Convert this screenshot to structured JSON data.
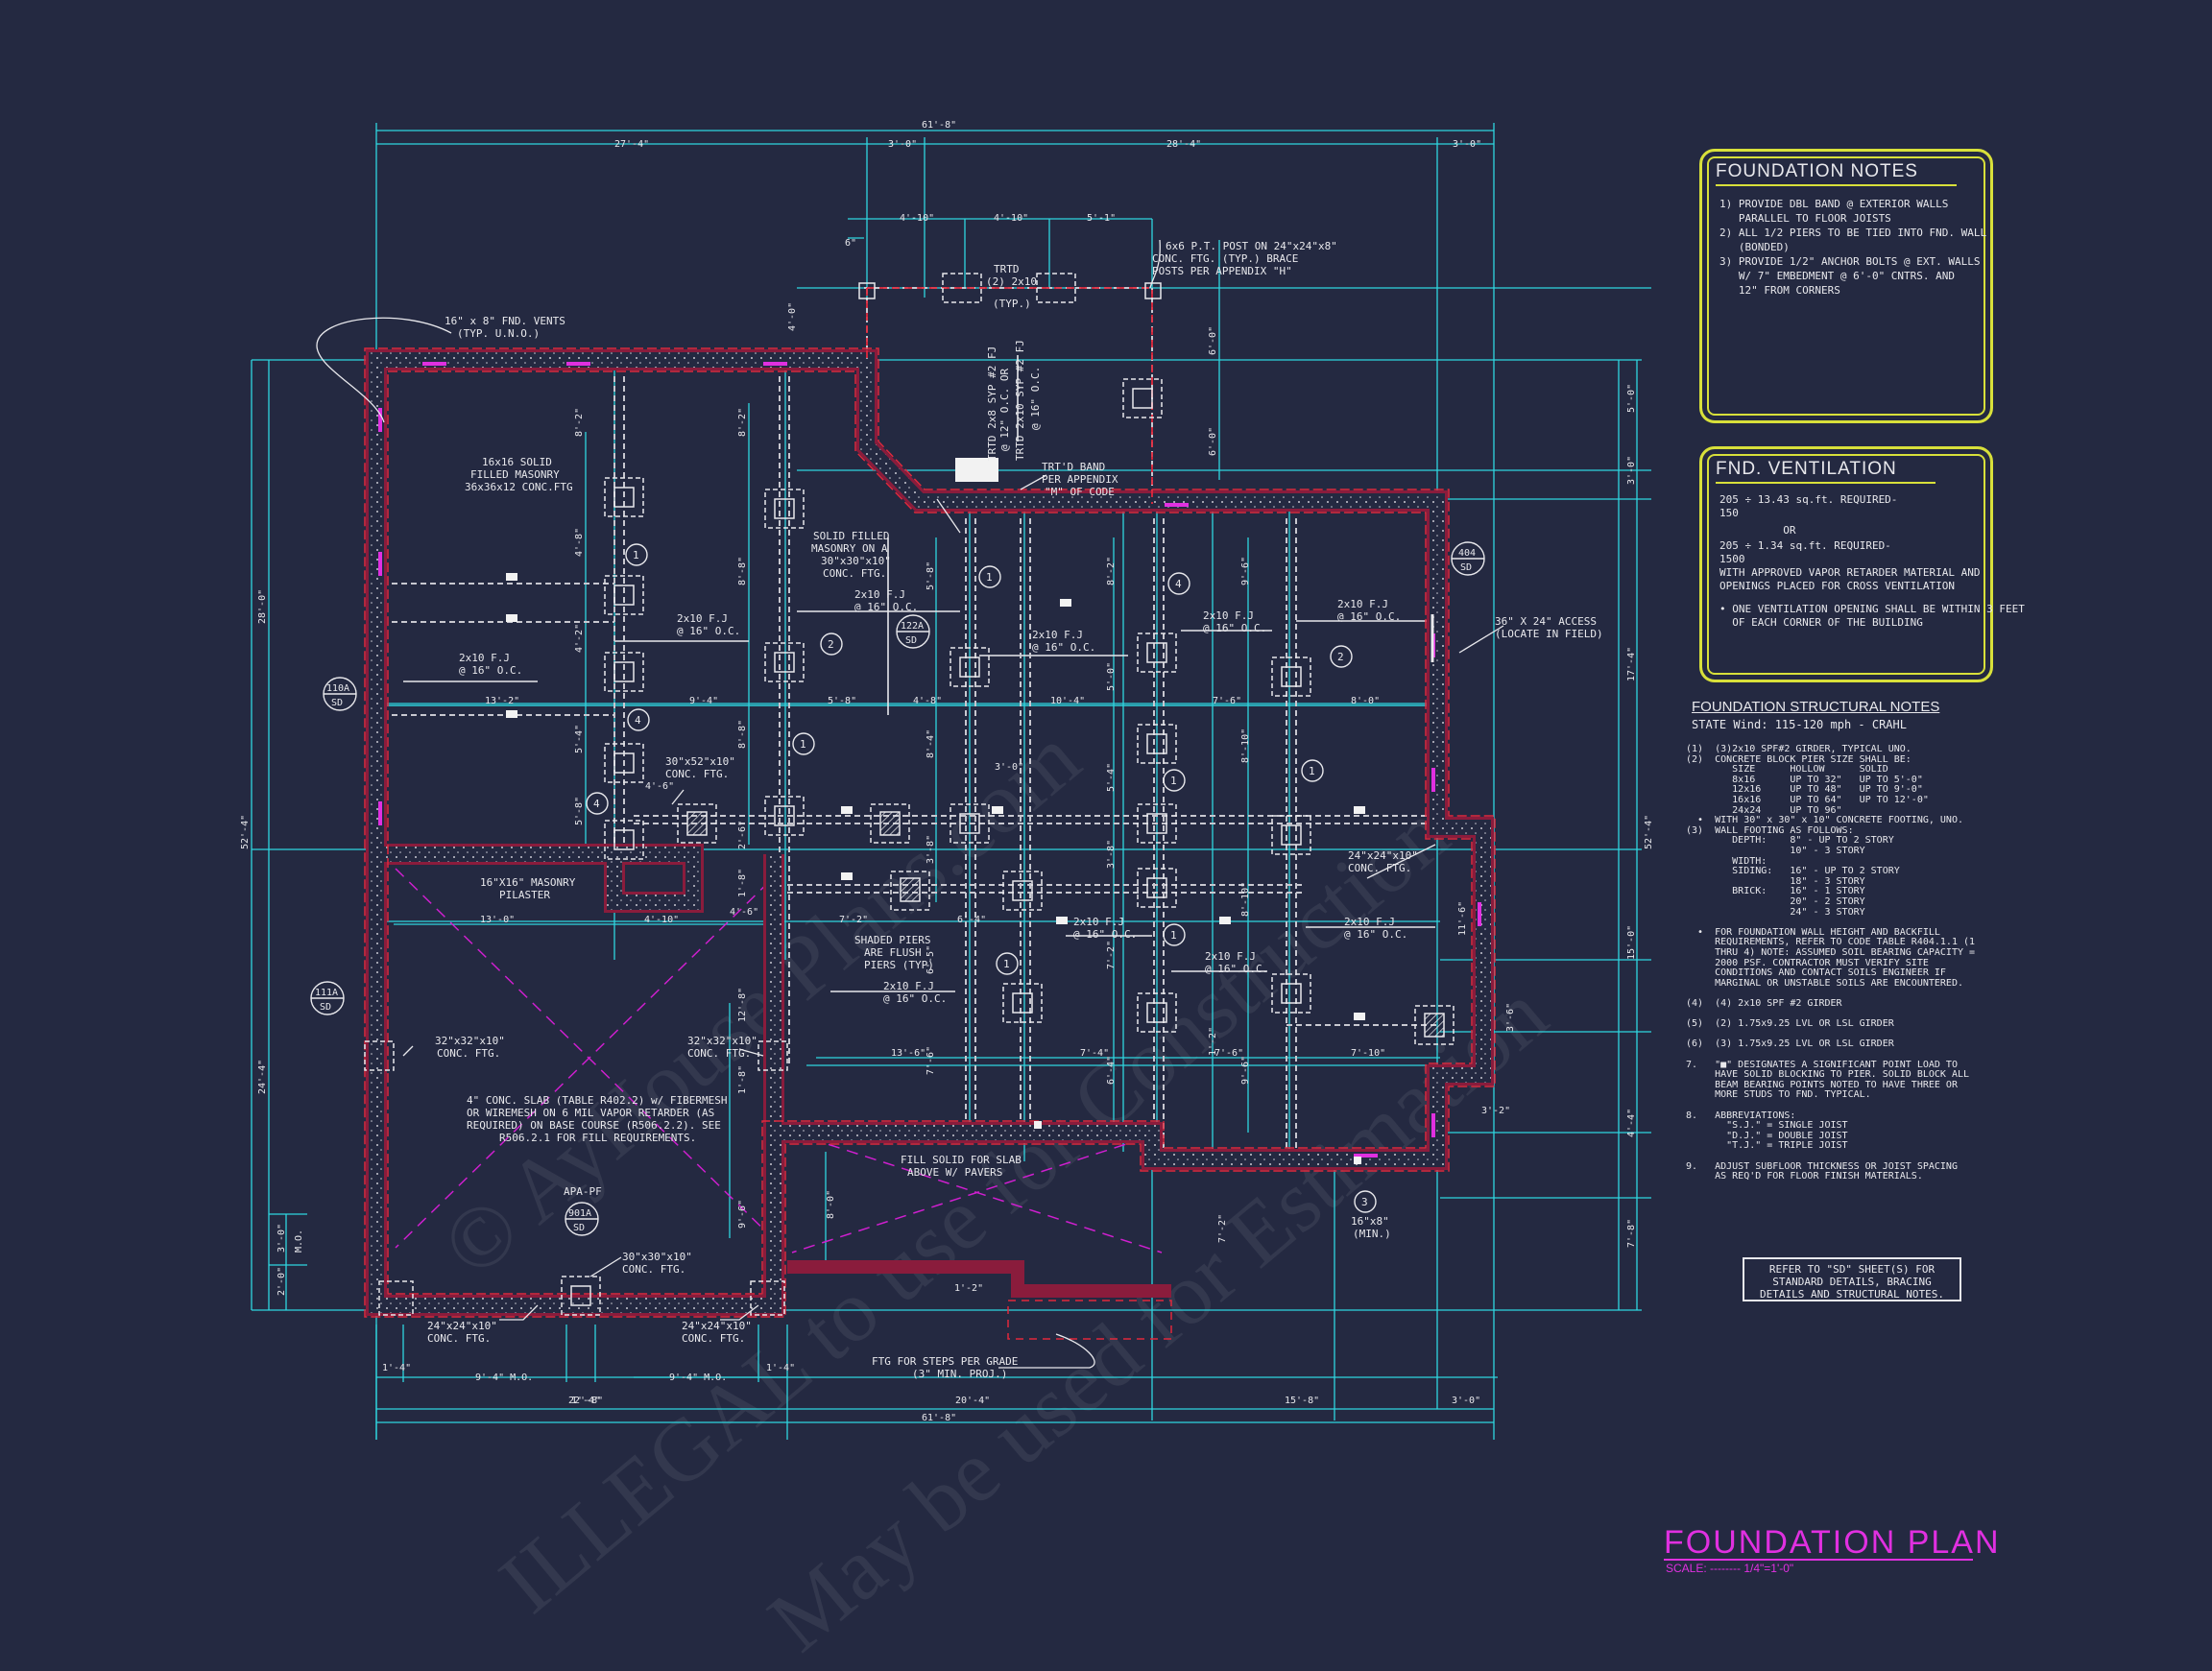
{
  "notes_foundation": {
    "title": "FOUNDATION NOTES",
    "lines": [
      "1) PROVIDE DBL BAND @ EXTERIOR WALLS",
      "   PARALLEL TO FLOOR JOISTS",
      "2) ALL 1/2 PIERS TO BE TIED INTO FND. WALL",
      "   (BONDED)",
      "3) PROVIDE 1/2\" ANCHOR BOLTS @ EXT. WALLS",
      "   W/ 7\" EMBEDMENT @ 6'-0\" CNTRS. AND",
      "   12\" FROM CORNERS"
    ]
  },
  "notes_ventilation": {
    "title": "FND. VENTILATION",
    "lines": [
      "205 ÷ 13.43 sq.ft. REQUIRED-",
      "150",
      "          OR",
      "205 ÷ 1.34 sq.ft. REQUIRED-",
      "1500",
      "WITH APPROVED VAPOR RETARDER MATERIAL AND",
      "OPENINGS PLACED FOR CROSS VENTILATION",
      "",
      "• ONE VENTILATION OPENING SHALL BE WITHIN 3 FEET",
      "  OF EACH CORNER OF THE BUILDING"
    ]
  },
  "structural_notes": {
    "title": "FOUNDATION STRUCTURAL NOTES",
    "subtitle": "STATE Wind: 115-120 mph - CRAHL",
    "lines": [
      "(1)  (3)2x10 SPF#2 GIRDER, TYPICAL UNO.",
      "(2)  CONCRETE BLOCK PIER SIZE SHALL BE:",
      "        SIZE      HOLLOW      SOLID",
      "        8x16      UP TO 32\"   UP TO 5'-0\"",
      "        12x16     UP TO 48\"   UP TO 9'-0\"",
      "        16x16     UP TO 64\"   UP TO 12'-0\"",
      "        24x24     UP TO 96\"",
      "  •  WITH 30\" x 30\" x 10\" CONCRETE FOOTING, UNO.",
      "(3)  WALL FOOTING AS FOLLOWS:",
      "        DEPTH:    8\" - UP TO 2 STORY",
      "                  10\" - 3 STORY",
      "        WIDTH:",
      "        SIDING:   16\" - UP TO 2 STORY",
      "                  18\" - 3 STORY",
      "        BRICK:    16\" - 1 STORY",
      "                  20\" - 2 STORY",
      "                  24\" - 3 STORY",
      "",
      "  •  FOR FOUNDATION WALL HEIGHT AND BACKFILL",
      "     REQUIREMENTS, REFER TO CODE TABLE R404.1.1 (1",
      "     THRU 4) NOTE: ASSUMED SOIL BEARING CAPACITY =",
      "     2000 PSF. CONTRACTOR MUST VERIFY SITE",
      "     CONDITIONS AND CONTACT SOILS ENGINEER IF",
      "     MARGINAL OR UNSTABLE SOILS ARE ENCOUNTERED.",
      "",
      "(4)  (4) 2x10 SPF #2 GIRDER",
      "",
      "(5)  (2) 1.75x9.25 LVL OR LSL GIRDER",
      "",
      "(6)  (3) 1.75x9.25 LVL OR LSL GIRDER",
      "",
      "7.   \"■\" DESIGNATES A SIGNIFICANT POINT LOAD TO",
      "     HAVE SOLID BLOCKING TO PIER. SOLID BLOCK ALL",
      "     BEAM BEARING POINTS NOTED TO HAVE THREE OR",
      "     MORE STUDS TO FND. TYPICAL.",
      "",
      "8.   ABBREVIATIONS:",
      "       \"S.J.\" = SINGLE JOIST",
      "       \"D.J.\" = DOUBLE JOIST",
      "       \"T.J.\" = TRIPLE JOIST",
      "",
      "9.   ADJUST SUBFLOOR THICKNESS OR JOIST SPACING",
      "     AS REQ'D FOR FLOOR FINISH MATERIALS."
    ]
  },
  "reference_note": [
    "REFER TO \"SD\" SHEET(S) FOR",
    "STANDARD DETAILS, BRACING",
    "DETAILS AND STRUCTURAL NOTES."
  ],
  "drawing_title": "FOUNDATION PLAN",
  "drawing_scale": "SCALE: -------- 1/4\"=1'-0\"",
  "watermark_lines": [
    "© AyHouse Plans.com",
    "ILLEGAL to use for Construction",
    "May be used for Estimation"
  ],
  "plan": {
    "dims_top": [
      "61'-8\"",
      "27'-4\"",
      "3'-0\"",
      "28'-4\"",
      "3'-0\"",
      "4'-10\"",
      "4'-10\"",
      "5'-1\"",
      "6\""
    ],
    "dims_bottom": [
      "1'-4\"",
      "9'-4\" M.O.",
      "1'-4\"",
      "9'-4\" M.O.",
      "1'-4\"",
      "22'-8\"",
      "20'-4\"",
      "15'-8\"",
      "3'-0\"",
      "61'-8\""
    ],
    "dims_left": [
      "28'-0\"",
      "52'-4\"",
      "24'-4\"",
      "3'-0\"",
      "2'-0\"",
      "M.O."
    ],
    "dims_right": [
      "5'-0\"",
      "3'-0\"",
      "17'-4\"",
      "52'-4\"",
      "11'-6\"",
      "15'-0\"",
      "4'-4\"",
      "7'-8\"",
      "3'-6\"",
      "3'-2\""
    ],
    "dims_inner": [
      "13'-2\"",
      "9'-4\"",
      "5'-8\"",
      "4'-8\"",
      "10'-4\"",
      "7'-6\"",
      "8'-0\"",
      "13'-0\"",
      "4'-10\"",
      "4'-6\"",
      "7'-2\"",
      "6'-4\"",
      "13'-6\"",
      "7'-4\"",
      "7'-6\"",
      "7'-10\"",
      "3'-0\"",
      "8'-2\"",
      "4'-8\"",
      "4'-2\"",
      "5'-4\"",
      "5'-8\"",
      "8'-8\"",
      "9'-6\"",
      "6'-5\"",
      "5'-0\"",
      "5'-4\"",
      "3'-8\"",
      "8'-10\"",
      "6'-4\"",
      "1'-2\"",
      "1'-8\"",
      "8'-0\"",
      "9'-6\"",
      "1'-2\"",
      "6'-0\"",
      "6'-0\"",
      "4'-0\""
    ],
    "labels": [
      "16\" x 8\" FND. VENTS\n(TYP. U.N.O.)",
      "16x16 SOLID\nFILLED MASONRY\n36x36x12 CONC.FTG",
      "TRTD\n(2) 2x10\n(TYP.)",
      "6x6 P.T. POST ON 24\"x24\"x8\"\nCONC. FTG. (TYP.) BRACE\nPOSTS PER APPENDIX \"H\"",
      "TRTD 2x8 SYP #2 FJ\n@ 12\" O.C. OR\nTRTD 2x10 SYP #2 FJ\n@ 16\" O.C.",
      "TRT'D BAND\nPER APPENDIX\n\"M\" OF CODE",
      "SOLID FILLED\nMASONRY ON A\n30\"x30\"x10\"\nCONC. FTG.",
      "36\" X 24\" ACCESS\n(LOCATE IN FIELD)",
      "2x10 F.J\n@ 16\" O.C.",
      "30\"x52\"x10\"\nCONC. FTG.",
      "24\"x24\"x10\"\nCONC. FTG.",
      "16\"X16\" MASONRY\nPILASTER",
      "SHADED PIERS\nARE FLUSH\nPIERS (TYP)",
      "32\"x32\"x10\"\nCONC. FTG.",
      "4\" CONC. SLAB (TABLE R402.2) w/ FIBERMESH\nOR WIREMESH ON 6 MIL VAPOR RETARDER (AS\nREQUIRED) ON BASE COURSE (R506.2.2). SEE\nR506.2.1 FOR FILL REQUIREMENTS.",
      "FILL SOLID FOR SLAB\nABOVE W/ PAVERS",
      "APA-PF",
      "30\"x30\"x10\"\nCONC. FTG.",
      "FTG FOR STEPS PER GRADE\n(3\" MIN. PROJ.)",
      "16\"x8\"\n(MIN.)"
    ],
    "tags": [
      "110A",
      "111A",
      "122A",
      "404",
      "901A",
      "SD"
    ],
    "callouts": [
      "1",
      "2",
      "3",
      "4"
    ]
  }
}
